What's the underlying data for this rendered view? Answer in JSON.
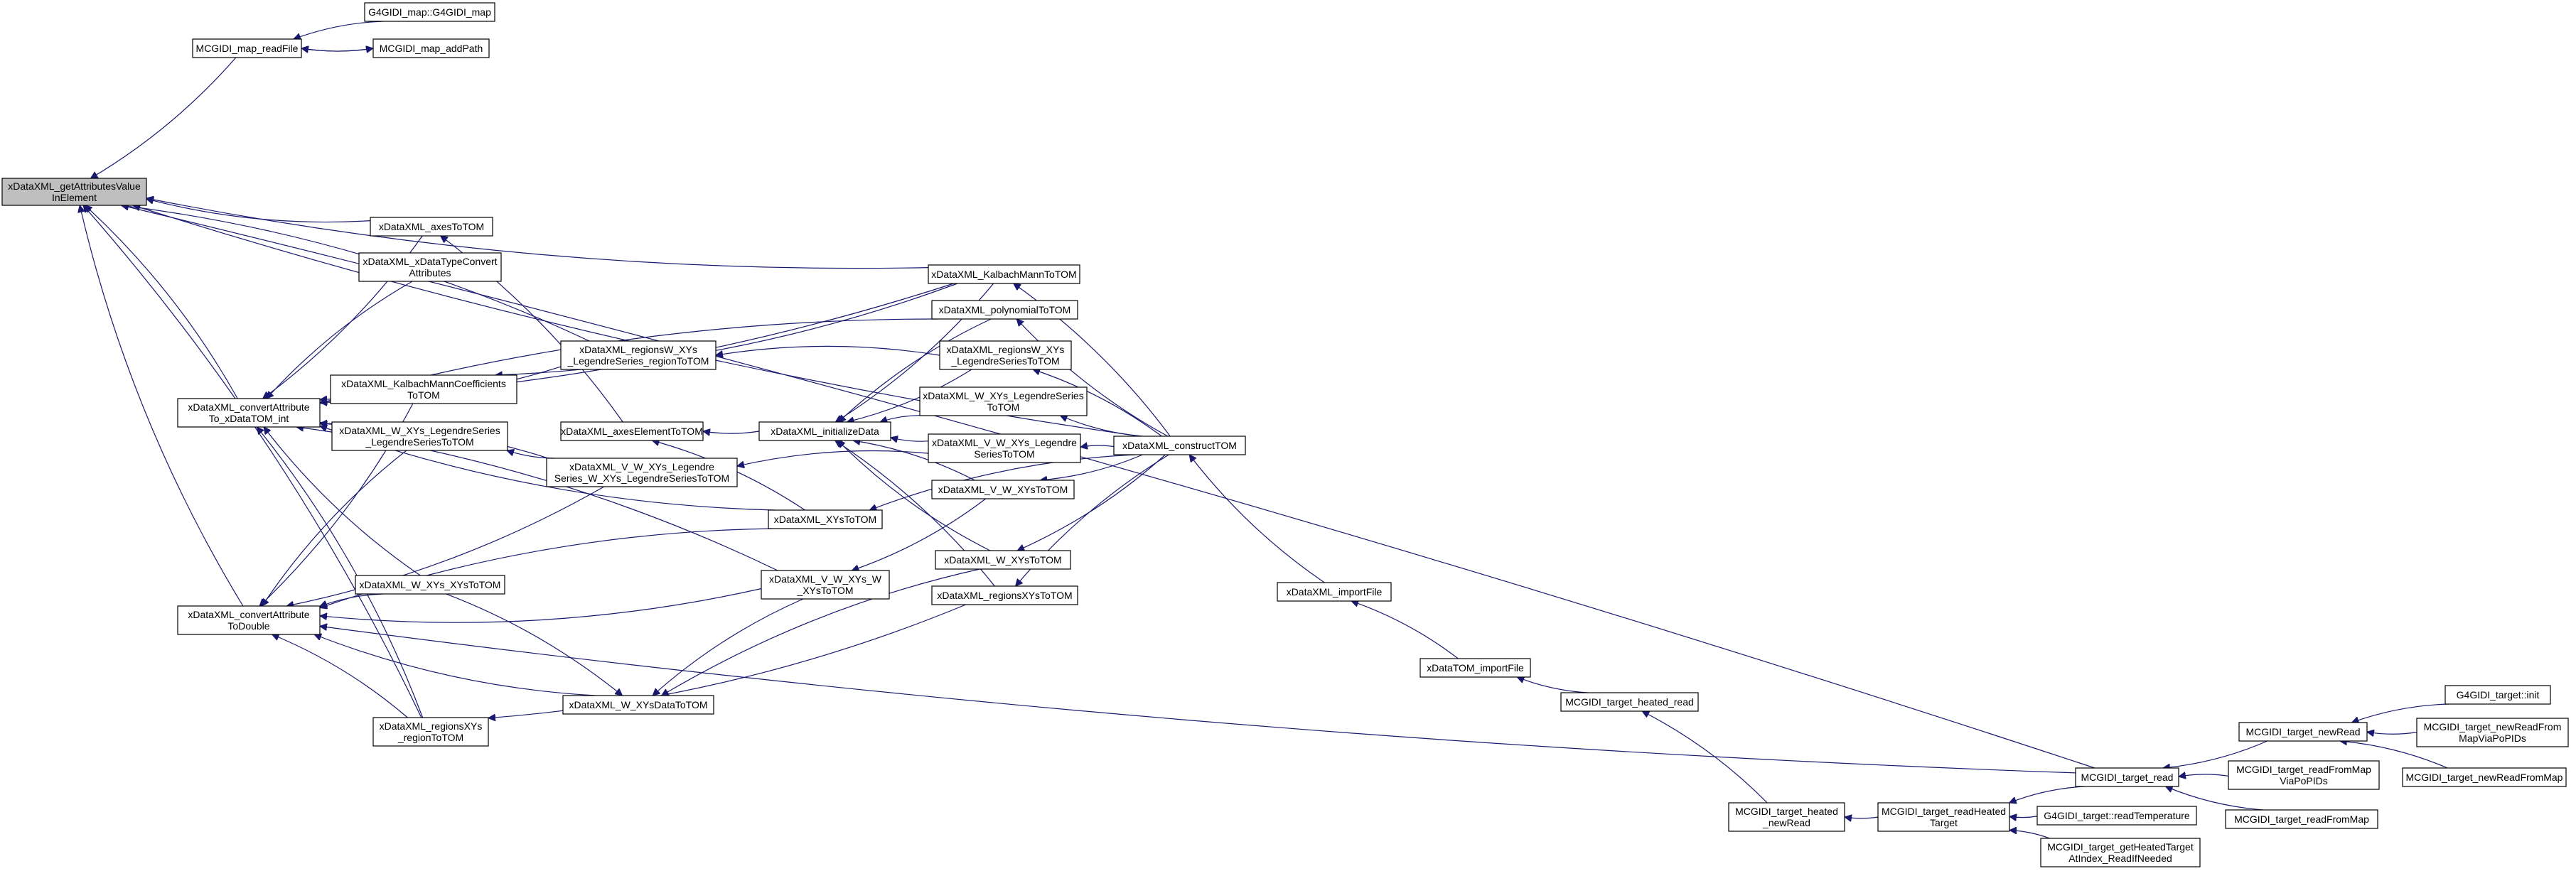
{
  "graph": {
    "nodes": [
      {
        "id": "root",
        "lines": [
          "xDataXML_getAttributesValue",
          "InElement"
        ],
        "root": true
      },
      {
        "id": "g4map",
        "lines": [
          "G4GIDI_map::G4GIDI_map"
        ]
      },
      {
        "id": "readFile",
        "lines": [
          "MCGIDI_map_readFile"
        ]
      },
      {
        "id": "addPath",
        "lines": [
          "MCGIDI_map_addPath"
        ]
      },
      {
        "id": "axesToTOM",
        "lines": [
          "xDataXML_axesToTOM"
        ]
      },
      {
        "id": "xDataType",
        "lines": [
          "xDataXML_xDataTypeConvert",
          "Attributes"
        ]
      },
      {
        "id": "kalbach",
        "lines": [
          "xDataXML_KalbachMannToTOM"
        ]
      },
      {
        "id": "poly",
        "lines": [
          "xDataXML_polynomialToTOM"
        ]
      },
      {
        "id": "regionsW_mid",
        "lines": [
          "xDataXML_regionsW_XYs",
          "_LegendreSeries_regionToTOM"
        ]
      },
      {
        "id": "regionsW_right",
        "lines": [
          "xDataXML_regionsW_XYs",
          "_LegendreSeriesToTOM"
        ]
      },
      {
        "id": "convInt",
        "lines": [
          "xDataXML_convertAttribute",
          "To_xDataTOM_int"
        ]
      },
      {
        "id": "kalbachCoef",
        "lines": [
          "xDataXML_KalbachMannCoefficients",
          "ToTOM"
        ]
      },
      {
        "id": "wxysLeg",
        "lines": [
          "xDataXML_W_XYs_LegendreSeries",
          "_LegendreSeriesToTOM"
        ]
      },
      {
        "id": "axesElem",
        "lines": [
          "xDataXML_axesElementToTOM"
        ]
      },
      {
        "id": "initData",
        "lines": [
          "xDataXML_initializeData"
        ]
      },
      {
        "id": "wxysLegSer",
        "lines": [
          "xDataXML_W_XYs_LegendreSeries",
          "ToTOM"
        ]
      },
      {
        "id": "vwxysLeg",
        "lines": [
          "xDataXML_V_W_XYs_Legendre",
          "SeriesToTOM"
        ]
      },
      {
        "id": "constructTOM",
        "lines": [
          "xDataXML_constructTOM"
        ]
      },
      {
        "id": "vwxysLegMid",
        "lines": [
          "xDataXML_V_W_XYs_Legendre",
          "Series_W_XYs_LegendreSeriesToTOM"
        ]
      },
      {
        "id": "vwxys",
        "lines": [
          "xDataXML_V_W_XYsToTOM"
        ]
      },
      {
        "id": "xysToTOM",
        "lines": [
          "xDataXML_XYsToTOM"
        ]
      },
      {
        "id": "vwxysw",
        "lines": [
          "xDataXML_V_W_XYs_W",
          "_XYsToTOM"
        ]
      },
      {
        "id": "wxys",
        "lines": [
          "xDataXML_W_XYsToTOM"
        ]
      },
      {
        "id": "regionsXYs",
        "lines": [
          "xDataXML_regionsXYsToTOM"
        ]
      },
      {
        "id": "wxysxys",
        "lines": [
          "xDataXML_W_XYs_XYsToTOM"
        ]
      },
      {
        "id": "convDouble",
        "lines": [
          "xDataXML_convertAttribute",
          "ToDouble"
        ]
      },
      {
        "id": "importFile",
        "lines": [
          "xDataXML_importFile"
        ]
      },
      {
        "id": "wxysData",
        "lines": [
          "xDataXML_W_XYsDataToTOM"
        ]
      },
      {
        "id": "tomImport",
        "lines": [
          "xDataTOM_importFile"
        ]
      },
      {
        "id": "heatedRead",
        "lines": [
          "MCGIDI_target_heated_read"
        ]
      },
      {
        "id": "regionsXYsRegion",
        "lines": [
          "xDataXML_regionsXYs",
          "_regionToTOM"
        ]
      },
      {
        "id": "targetRead",
        "lines": [
          "MCGIDI_target_read"
        ]
      },
      {
        "id": "newRead",
        "lines": [
          "MCGIDI_target_newRead"
        ]
      },
      {
        "id": "g4init",
        "lines": [
          "G4GIDI_target::init"
        ]
      },
      {
        "id": "newReadFromMapViaPoPIDs",
        "lines": [
          "MCGIDI_target_newReadFrom",
          "MapViaPoPIDs"
        ]
      },
      {
        "id": "newReadFromMap",
        "lines": [
          "MCGIDI_target_newReadFromMap"
        ]
      },
      {
        "id": "readFromMapViaPoPIDs",
        "lines": [
          "MCGIDI_target_readFromMap",
          "ViaPoPIDs"
        ]
      },
      {
        "id": "readFromMap",
        "lines": [
          "MCGIDI_target_readFromMap"
        ]
      },
      {
        "id": "heatedNewRead",
        "lines": [
          "MCGIDI_target_heated",
          "_newRead"
        ]
      },
      {
        "id": "readHeated",
        "lines": [
          "MCGIDI_target_readHeated",
          "Target"
        ]
      },
      {
        "id": "readTemp",
        "lines": [
          "G4GIDI_target::readTemperature"
        ]
      },
      {
        "id": "getHeated",
        "lines": [
          "MCGIDI_target_getHeatedTarget",
          "AtIndex_ReadIfNeeded"
        ]
      }
    ],
    "edges": [
      [
        "readFile",
        "root"
      ],
      [
        "g4map",
        "readFile"
      ],
      [
        "addPath",
        "readFile"
      ],
      [
        "readFile",
        "addPath"
      ],
      [
        "axesToTOM",
        "root"
      ],
      [
        "convInt",
        "root"
      ],
      [
        "convDouble",
        "root"
      ],
      [
        "regionsXYsRegion",
        "root"
      ],
      [
        "kalbach",
        "root"
      ],
      [
        "regionsW_mid",
        "root"
      ],
      [
        "constructTOM",
        "root"
      ],
      [
        "targetRead",
        "root"
      ],
      [
        "axesToTOM",
        "convInt"
      ],
      [
        "xDataType",
        "convInt"
      ],
      [
        "kalbach",
        "convInt"
      ],
      [
        "poly",
        "convInt"
      ],
      [
        "regionsW_mid",
        "convInt"
      ],
      [
        "kalbachCoef",
        "convInt"
      ],
      [
        "wxysLeg",
        "convInt"
      ],
      [
        "vwxysLegMid",
        "convInt"
      ],
      [
        "xysToTOM",
        "convInt"
      ],
      [
        "vwxysw",
        "convInt"
      ],
      [
        "wxysxys",
        "convInt"
      ],
      [
        "regionsXYsRegion",
        "convInt"
      ],
      [
        "kalbachCoef",
        "convDouble"
      ],
      [
        "wxysLeg",
        "convDouble"
      ],
      [
        "vwxysLegMid",
        "convDouble"
      ],
      [
        "xysToTOM",
        "convDouble"
      ],
      [
        "vwxysw",
        "convDouble"
      ],
      [
        "wxysxys",
        "convDouble"
      ],
      [
        "wxysData",
        "convDouble"
      ],
      [
        "regionsXYsRegion",
        "convDouble"
      ],
      [
        "targetRead",
        "convDouble"
      ],
      [
        "axesElem",
        "axesToTOM"
      ],
      [
        "kalbach",
        "kalbachCoef"
      ],
      [
        "regionsW_right",
        "regionsW_mid"
      ],
      [
        "vwxysLegMid",
        "wxysLeg"
      ],
      [
        "vwxysLeg",
        "vwxysLegMid"
      ],
      [
        "initData",
        "axesElem"
      ],
      [
        "xysToTOM",
        "axesElem"
      ],
      [
        "kalbach",
        "initData"
      ],
      [
        "poly",
        "initData"
      ],
      [
        "regionsW_right",
        "initData"
      ],
      [
        "wxysLegSer",
        "initData"
      ],
      [
        "vwxysLeg",
        "initData"
      ],
      [
        "vwxys",
        "initData"
      ],
      [
        "wxys",
        "initData"
      ],
      [
        "regionsXYs",
        "initData"
      ],
      [
        "vwxys",
        "vwxysw"
      ],
      [
        "wxys",
        "wxysData"
      ],
      [
        "regionsXYs",
        "regionsXYsRegion"
      ],
      [
        "vwxysw",
        "wxysData"
      ],
      [
        "wxysxys",
        "wxysData"
      ],
      [
        "constructTOM",
        "kalbach"
      ],
      [
        "constructTOM",
        "poly"
      ],
      [
        "constructTOM",
        "regionsW_right"
      ],
      [
        "constructTOM",
        "wxysLegSer"
      ],
      [
        "constructTOM",
        "vwxysLeg"
      ],
      [
        "constructTOM",
        "vwxys"
      ],
      [
        "constructTOM",
        "xysToTOM"
      ],
      [
        "constructTOM",
        "wxys"
      ],
      [
        "constructTOM",
        "regionsXYs"
      ],
      [
        "importFile",
        "constructTOM"
      ],
      [
        "tomImport",
        "importFile"
      ],
      [
        "heatedRead",
        "tomImport"
      ],
      [
        "heatedNewRead",
        "heatedRead"
      ],
      [
        "readHeated",
        "heatedNewRead"
      ],
      [
        "targetRead",
        "readHeated"
      ],
      [
        "readTemp",
        "readHeated"
      ],
      [
        "getHeated",
        "readHeated"
      ],
      [
        "newRead",
        "targetRead"
      ],
      [
        "readFromMapViaPoPIDs",
        "targetRead"
      ],
      [
        "readFromMap",
        "targetRead"
      ],
      [
        "g4init",
        "newRead"
      ],
      [
        "newReadFromMapViaPoPIDs",
        "newRead"
      ],
      [
        "newReadFromMap",
        "newRead"
      ]
    ]
  }
}
